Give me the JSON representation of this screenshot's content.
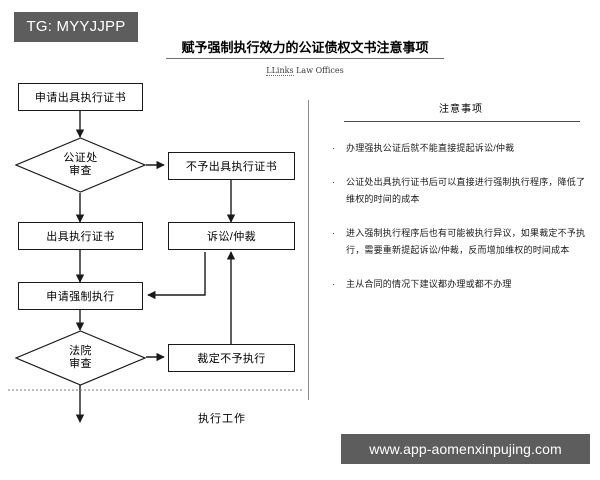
{
  "watermarks": {
    "telegram_badge": "TG: MYYJJPP",
    "site_badge": "www.app-aomenxinpujing.com"
  },
  "header": {
    "title": "赋予强制执行效力的公证债权文书注意事项",
    "firm_prefix": "LLinks",
    "firm_suffix": " Law Offices"
  },
  "flowchart": {
    "phase_label": "执行工作",
    "nodes": [
      {
        "id": "apply-cert",
        "type": "process",
        "label": "申请出具执行证书"
      },
      {
        "id": "notary-review",
        "type": "decision",
        "label_line1": "公证处",
        "label_line2": "审查"
      },
      {
        "id": "refuse-cert",
        "type": "process",
        "label": "不予出具执行证书"
      },
      {
        "id": "issue-cert",
        "type": "process",
        "label": "出具执行证书"
      },
      {
        "id": "litigation",
        "type": "process",
        "label": "诉讼/仲裁"
      },
      {
        "id": "apply-enforce",
        "type": "process",
        "label": "申请强制执行"
      },
      {
        "id": "court-review",
        "type": "decision",
        "label_line1": "法院",
        "label_line2": "审查"
      },
      {
        "id": "rule-no-enforce",
        "type": "process",
        "label": "裁定不予执行"
      }
    ]
  },
  "notes": {
    "title": "注意事项",
    "items": [
      "办理强执公证后就不能直接提起诉讼/仲裁",
      "公证处出具执行证书后可以直接进行强制执行程序，降低了维权的时间的成本",
      "进入强制执行程序后也有可能被执行异议，如果裁定不予执行，需要重新提起诉讼/仲裁，反而增加维权的时间成本",
      "主从合同的情况下建议都办理或都不办理"
    ],
    "bullet_glyph": "·"
  },
  "colors": {
    "badge_background": "#5d5d5d",
    "badge_text": "#ffffff",
    "node_border": "#1a1a1a",
    "page_background": "#ffffff",
    "divider": "#8c8c8c"
  }
}
